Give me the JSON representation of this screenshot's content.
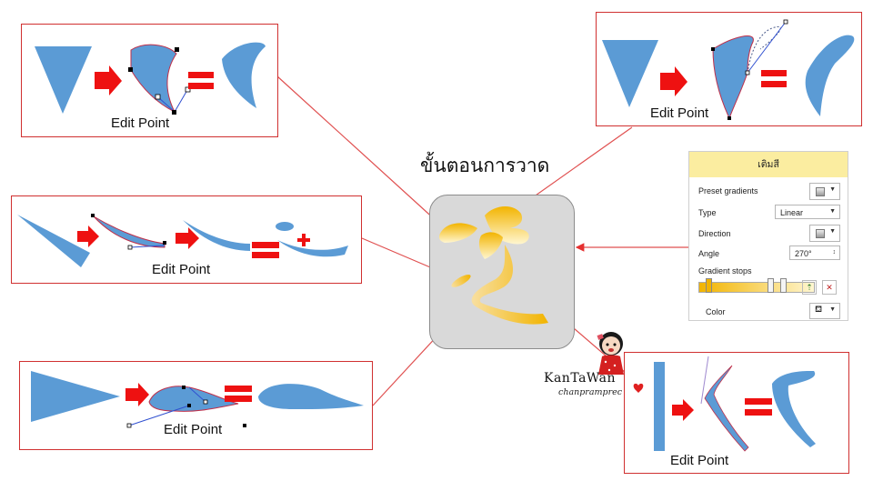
{
  "title": "ขั้นตอนการวาด",
  "panels": {
    "p1": {
      "caption": "Edit Point"
    },
    "p2": {
      "caption": "Edit Point"
    },
    "p3": {
      "caption": "Edit Point"
    },
    "p4": {
      "caption": "Edit Point"
    },
    "p5": {
      "caption": "Edit Point"
    }
  },
  "format_panel": {
    "header": "เติมสี",
    "preset_label": "Preset gradients",
    "type_label": "Type",
    "type_value": "Linear",
    "direction_label": "Direction",
    "angle_label": "Angle",
    "angle_value": "270°",
    "stops_label": "Gradient stops",
    "color_label": "Color"
  },
  "logo": {
    "name": "KanTaWan",
    "sub": "chanpramprec"
  },
  "colors": {
    "shape": "#5b9bd5",
    "arrow": "#ee1111",
    "border": "#d03030",
    "gradient_start": "#f2b400",
    "gradient_end": "#fff6d0"
  },
  "icons": [
    "right-arrow-icon",
    "equals-icon",
    "plus-icon",
    "edit-handle-icon",
    "dropdown-icon",
    "add-stop-icon",
    "remove-stop-icon",
    "paint-bucket-icon"
  ]
}
